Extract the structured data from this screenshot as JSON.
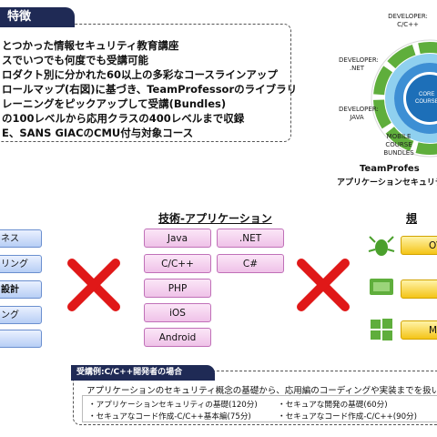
{
  "features": {
    "tab_label": "特徴",
    "lines": [
      "とつかった情報セキュリティ教育講座",
      "スでいつでも何度でも受講可能",
      "ロダクト別に分かれた60以上の多彩なコースラインアップ",
      "ロールマップ(右図)に基づき、TeamProfessorのライブラリ",
      "レーニングをピックアップして受講(Bundles)",
      "の100レベルから応用クラスの400レベルまで収録",
      "E、SANS GIACのCMU付与対象コース"
    ]
  },
  "wheel": {
    "roles": [
      {
        "label": "DEVELOPER:\nC/C++"
      },
      {
        "label": "DEVELOPER:\n.NET"
      },
      {
        "label": "DEVELOPER:\nJAVA"
      },
      {
        "label": "MOBILE\nCOURSE\nBUNDLES"
      }
    ],
    "core_label": "CORE\nCOURSES",
    "caption1": "TeamProfes",
    "caption2": "アプリケーションセキュリティの"
  },
  "business": {
    "items": [
      "ネス",
      "リング",
      "設計",
      "ング",
      ""
    ]
  },
  "tech": {
    "title": "技術-アプリケーション",
    "items": [
      "Java",
      ".NET",
      "C/C++",
      "C#",
      "PHP",
      "iOS",
      "Android"
    ]
  },
  "standards": {
    "title": "規",
    "items": [
      "OV",
      "",
      "M"
    ]
  },
  "example": {
    "tab_label": "受講例:C/C++開発者の場合",
    "description": "アプリケーションのセキュリティ概念の基礎から、応用編のコーディングや実装までを扱います",
    "courses_left": [
      "・アプリケーションセキュリティの基礎(120分)",
      "・セキュアなコード作成-C/C++基本編(75分)"
    ],
    "courses_right": [
      "・セキュアな開発の基礎(60分)",
      "・セキュアなコード作成-C/C++(90分)"
    ]
  },
  "colors": {
    "navy": "#1f2a55",
    "cross_red": "#e01818",
    "wheel_blue": "#1d6fb8",
    "wheel_green": "#5fae3c"
  }
}
